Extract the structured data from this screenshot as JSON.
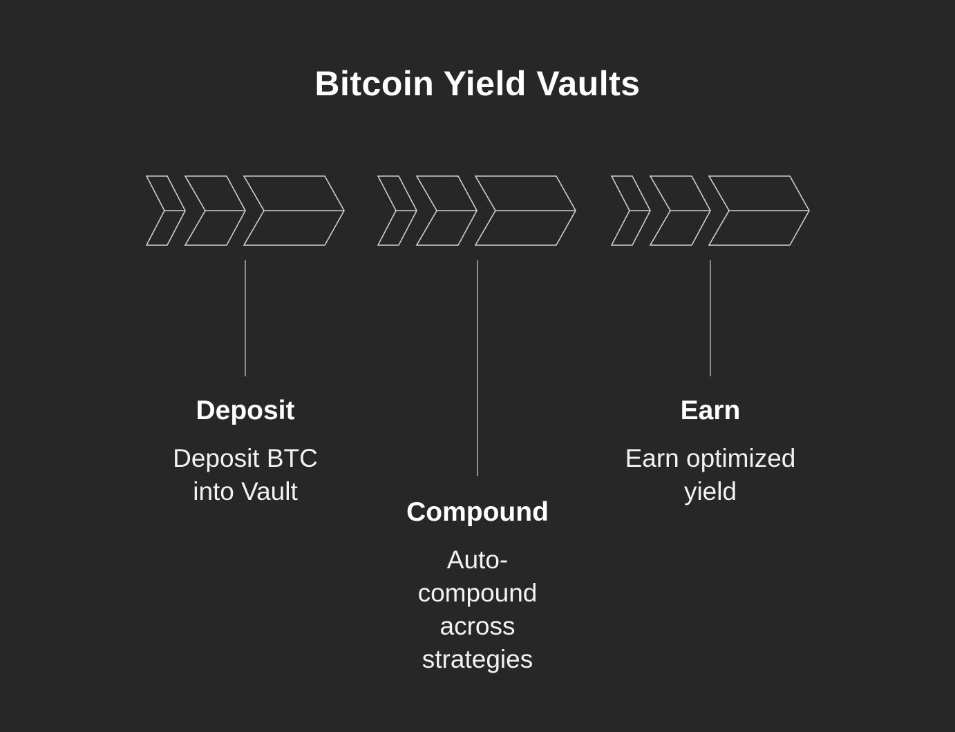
{
  "title": "Bitcoin Yield Vaults",
  "steps": [
    {
      "label": "Deposit",
      "description_lines": [
        "Deposit BTC",
        "into Vault"
      ],
      "icon": "triple-chevron-right-icon"
    },
    {
      "label": "Compound",
      "description_lines": [
        "Auto-",
        "compound",
        "across",
        "strategies"
      ],
      "icon": "triple-chevron-right-icon"
    },
    {
      "label": "Earn",
      "description_lines": [
        "Earn optimized",
        "yield"
      ],
      "icon": "triple-chevron-right-icon"
    }
  ],
  "colors": {
    "background": "#272727",
    "text": "#ffffff",
    "text_secondary": "#f2f2f2",
    "chevron_stroke": "#cfcfcf",
    "connector": "#8f8f8f"
  }
}
